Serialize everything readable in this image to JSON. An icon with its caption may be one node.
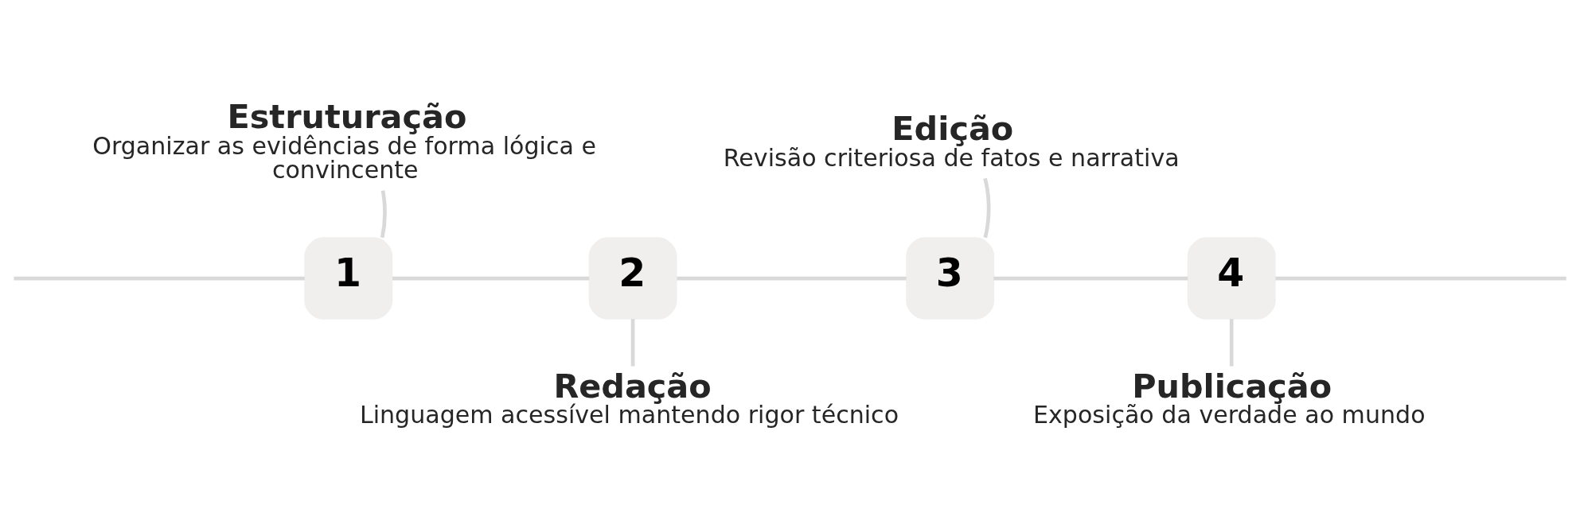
{
  "diagram": {
    "nodes": [
      {
        "text": [
          "1"
        ]
      },
      {
        "text": [
          "Estruturação",
          "Organizar as evidências de forma lógica e convincente"
        ]
      },
      {
        "text": [
          "2"
        ]
      },
      {
        "text": [
          "Redação",
          "Linguagem acessível mantendo rigor técnico"
        ]
      },
      {
        "text": [
          "3"
        ]
      },
      {
        "text": [
          "Edição",
          "Revisão criteriosa de fatos e narrativa"
        ]
      },
      {
        "text": [
          "4"
        ]
      },
      {
        "text": [
          "Publicação",
          "Exposição da verdade ao mundo"
        ]
      }
    ],
    "edges": [
      {
        "from": null,
        "to": 0,
        "arrow": "none"
      },
      {
        "from": 0,
        "to": 2,
        "arrow": "none"
      },
      {
        "from": 2,
        "to": 4,
        "arrow": "none"
      },
      {
        "from": 4,
        "to": 6,
        "arrow": "none"
      },
      {
        "from": 6,
        "to": null,
        "arrow": "none"
      },
      {
        "from": 0,
        "to": 1,
        "arrow": "none"
      },
      {
        "from": 2,
        "to": 3,
        "arrow": "none"
      },
      {
        "from": 4,
        "to": 5,
        "arrow": "none"
      },
      {
        "from": 6,
        "to": 7,
        "arrow": "none"
      }
    ]
  }
}
